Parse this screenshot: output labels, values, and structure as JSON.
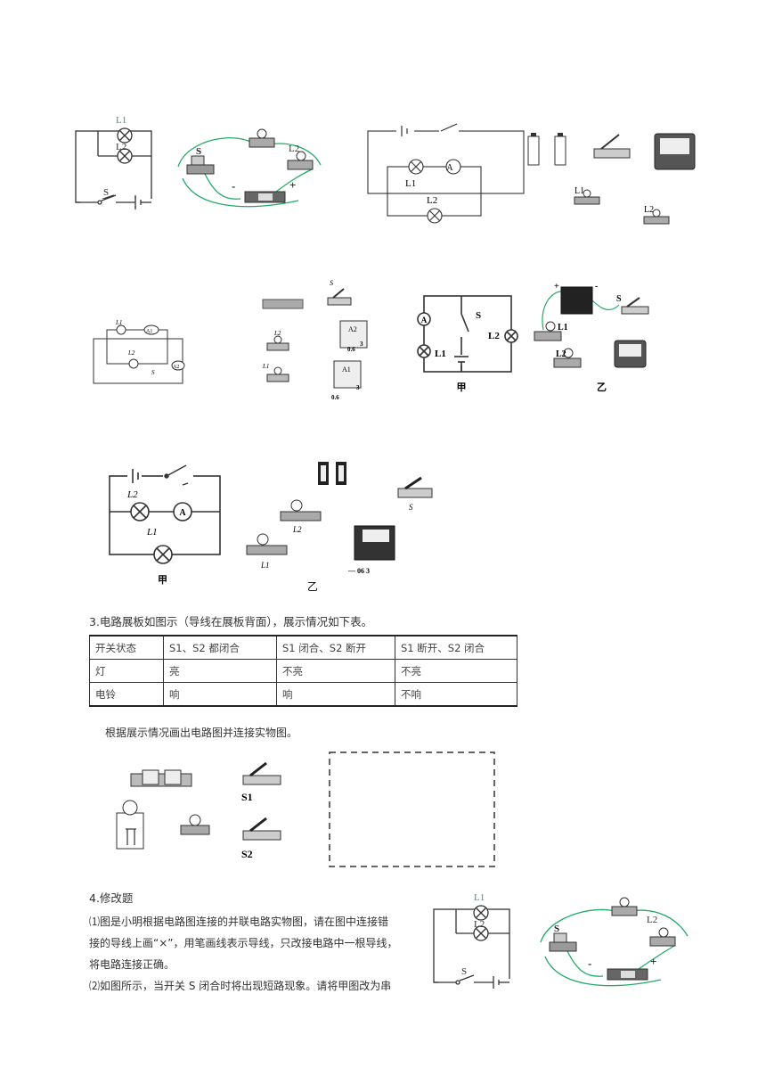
{
  "figures": {
    "f1": {
      "l1": "L1",
      "l2": "L2",
      "s": "S",
      "s_sym": "S",
      "minus": "-",
      "plus": "+"
    },
    "f2": {
      "l1": "L1",
      "l2": "L2",
      "l1b": "L1",
      "l2b": "L2",
      "a": "A"
    },
    "f3": {
      "l1": "L1",
      "l2": "L2",
      "a1": "A1",
      "a2": "A2",
      "s": "S",
      "l2b": "L2",
      "l1b": "L1",
      "a2b": "A2",
      "a1b": "A1",
      "sb": "S",
      "r1": "0.6",
      "r2": "3",
      "r3": "0.6",
      "r4": "3"
    },
    "f4": {
      "a": "A",
      "s": "S",
      "l1": "L1",
      "l2": "L2",
      "jia": "甲",
      "yi": "乙",
      "l1b": "L1",
      "l2b": "L2",
      "sb": "S",
      "minus": "+",
      "plus": "-"
    },
    "f5": {
      "l2": "L2",
      "l1": "L1",
      "a": "A",
      "jia": "甲",
      "l2b": "L2",
      "l1b": "L1",
      "s": "S",
      "yi": "乙",
      "range": "— 06 3"
    },
    "f6": {
      "s1": "S1",
      "s2": "S2"
    },
    "f7": {
      "l1": "L1",
      "l2": "L2",
      "s": "S",
      "s_sym": "S",
      "minus": "-",
      "plus": "+"
    }
  },
  "q3": {
    "heading": "3.电路展板如图示（导线在展板背面），展示情况如下表。",
    "table": [
      [
        "开关状态",
        "S1、S2 都闭合",
        "S1 闭合、S2  断开",
        "S1 断开、S2 闭合"
      ],
      [
        "灯",
        "亮",
        "不亮",
        "不亮"
      ],
      [
        "电铃",
        "响",
        "响",
        "不响"
      ]
    ],
    "instruction": "根据展示情况画出电路图并连接实物图。"
  },
  "q4": {
    "heading": "4.修改题",
    "p1_lines": [
      "⑴图是小明根据电路图连接的并联电路实物图，请在图中连接错",
      "接的导线上画“×”，用笔画线表示导线，只改接电路中一根导线，",
      "将电路连接正确。"
    ],
    "p2_line": "⑵如图所示，当开关 S 闭合时将出现短路现象。请将甲图改为串"
  }
}
